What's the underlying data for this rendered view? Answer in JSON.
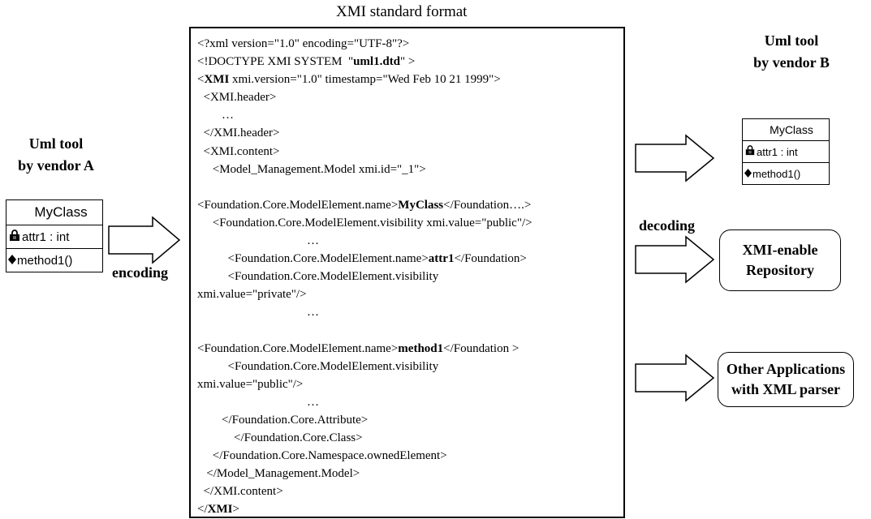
{
  "title": "XMI standard format",
  "vendor_a": {
    "heading_line1": "Uml tool",
    "heading_line2": "by vendor A",
    "class_name": "MyClass",
    "attribute": "attr1 : int",
    "method": "method1()"
  },
  "vendor_b": {
    "heading_line1": "Uml tool",
    "heading_line2": "by vendor B",
    "class_name": "MyClass",
    "attribute": "attr1 : int",
    "method": "method1()"
  },
  "labels": {
    "encoding": "encoding",
    "decoding": "decoding"
  },
  "targets": {
    "repository_line1": "XMI-enable",
    "repository_line2": "Repository",
    "apps_line1": "Other Applications",
    "apps_line2": "with XML parser"
  },
  "xmi_lines": [
    {
      "t": "<?xml version=\"1.0\" encoding=\"UTF-8\"?>"
    },
    {
      "t": "<!DOCTYPE XMI SYSTEM  \"",
      "b": "uml1.dtd",
      "a": "\" >"
    },
    {
      "t": "<",
      "b": "XMI",
      "a": " xmi.version=\"1.0\" timestamp=\"Wed Feb 10 21 1999\">"
    },
    {
      "t": "  <XMI.header>"
    },
    {
      "t": "        …"
    },
    {
      "t": "  </XMI.header>"
    },
    {
      "t": "  <XMI.content>"
    },
    {
      "t": "     <Model_Management.Model xmi.id=\"_1\">"
    },
    {
      "t": ""
    },
    {
      "t": "<Foundation.Core.ModelElement.name>",
      "b": "MyClass",
      "a": "</Foundation….>"
    },
    {
      "t": "     <Foundation.Core.ModelElement.visibility xmi.value=\"public\"/>"
    },
    {
      "t": "                                    …"
    },
    {
      "t": "          <Foundation.Core.ModelElement.name>",
      "b": "attr1",
      "a": "</Foundation>"
    },
    {
      "t": "          <Foundation.Core.ModelElement.visibility"
    },
    {
      "t": "xmi.value=\"private\"/>"
    },
    {
      "t": "                                    …"
    },
    {
      "t": ""
    },
    {
      "t": "<Foundation.Core.ModelElement.name>",
      "b": "method1",
      "a": "</Foundation >"
    },
    {
      "t": "          <Foundation.Core.ModelElement.visibility"
    },
    {
      "t": "xmi.value=\"public\"/>"
    },
    {
      "t": "                                    …"
    },
    {
      "t": "        </Foundation.Core.Attribute>"
    },
    {
      "t": "            </Foundation.Core.Class>"
    },
    {
      "t": "     </Foundation.Core.Namespace.ownedElement>"
    },
    {
      "t": "   </Model_Management.Model>"
    },
    {
      "t": "  </XMI.content>"
    },
    {
      "t": "</",
      "b": "XMI",
      "a": ">"
    }
  ]
}
